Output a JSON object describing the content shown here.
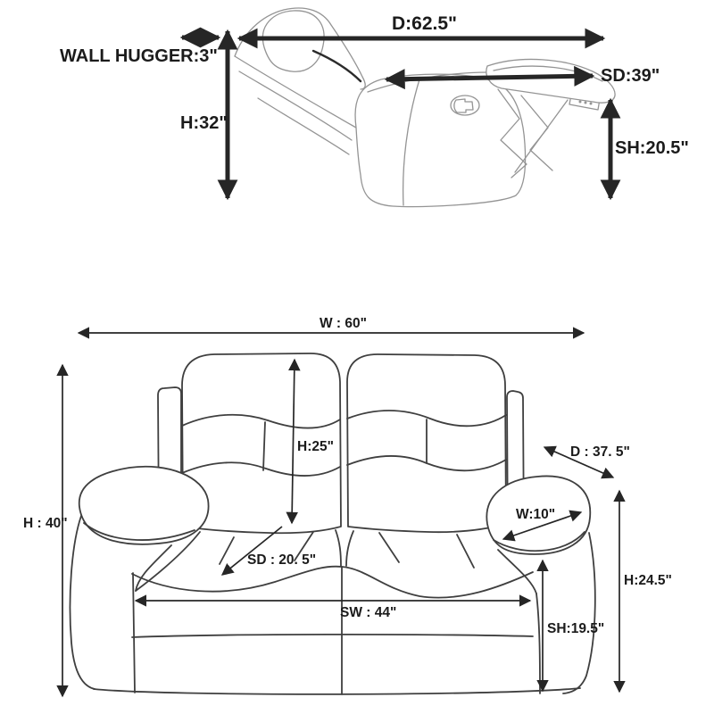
{
  "figure": {
    "type": "furniture-dimension-diagram",
    "colors": {
      "background": "#ffffff",
      "dimension_arrow": "#262626",
      "label_text": "#1b1b1b",
      "recliner_outline": "#949494",
      "recliner_seam": "#2b2b2b",
      "loveseat_outline": "#3f3f3f"
    },
    "recliner_side_view": {
      "labels": {
        "depth": "D:62.5\"",
        "wall_hugger": "WALL HUGGER:3\"",
        "height": "H:32\"",
        "seat_depth": "SD:39\"",
        "seat_height": "SH:20.5\""
      }
    },
    "loveseat_front_view": {
      "labels": {
        "width": "W : 60\"",
        "height": "H : 40\"",
        "back_height": "H:25\"",
        "depth": "D : 37. 5\"",
        "arm_width": "W:10\"",
        "seat_depth": "SD : 20. 5\"",
        "seat_width": "SW : 44\"",
        "seat_height": "SH:19.5\"",
        "arm_height": "H:24.5\""
      }
    }
  }
}
